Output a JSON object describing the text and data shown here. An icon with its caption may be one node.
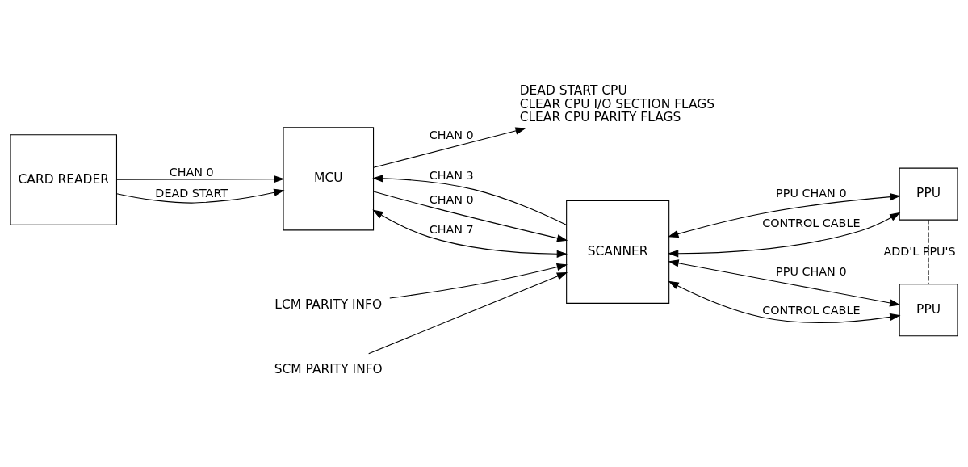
{
  "diagram": {
    "nodes": [
      {
        "text": [
          "CARD READER"
        ]
      },
      {
        "text": [
          "MCU"
        ]
      },
      {
        "text": [
          "SCANNER"
        ]
      },
      {
        "text": [
          "PPU"
        ]
      },
      {
        "text": [
          "PPU"
        ]
      },
      {
        "text": [
          "DEAD START CPU",
          "CLEAR CPU I/O SECTION FLAGS",
          "CLEAR CPU PARITY FLAGS"
        ]
      },
      {
        "text": [
          "LCM PARITY INFO"
        ]
      },
      {
        "text": [
          "SCM PARITY INFO"
        ]
      }
    ],
    "edges": [
      {
        "from": 0,
        "to": 1,
        "arrow": "to",
        "label": "CHAN 0"
      },
      {
        "from": 0,
        "to": 1,
        "arrow": "to",
        "label": "DEAD START"
      },
      {
        "from": 1,
        "to": 5,
        "arrow": "to",
        "label": "CHAN 0"
      },
      {
        "from": 1,
        "to": 2,
        "arrow": "to",
        "label": "CHAN 0"
      },
      {
        "from": 2,
        "to": 1,
        "arrow": "to",
        "label": "CHAN 3"
      },
      {
        "from": 1,
        "to": 2,
        "arrow": "both",
        "label": "CHAN 7"
      },
      {
        "from": 2,
        "to": 3,
        "arrow": "both",
        "label": "PPU CHAN 0"
      },
      {
        "from": 2,
        "to": 3,
        "arrow": "both",
        "label": "CONTROL CABLE"
      },
      {
        "from": 2,
        "to": 4,
        "arrow": "both",
        "label": "PPU CHAN 0"
      },
      {
        "from": 2,
        "to": 4,
        "arrow": "both",
        "label": "CONTROL CABLE"
      },
      {
        "from": 3,
        "to": 4,
        "arrow": "none",
        "style": "dashed",
        "label": "ADD'L PPU'S"
      },
      {
        "from": 6,
        "to": 2,
        "arrow": "to"
      },
      {
        "from": 7,
        "to": 2,
        "arrow": "to"
      }
    ]
  }
}
